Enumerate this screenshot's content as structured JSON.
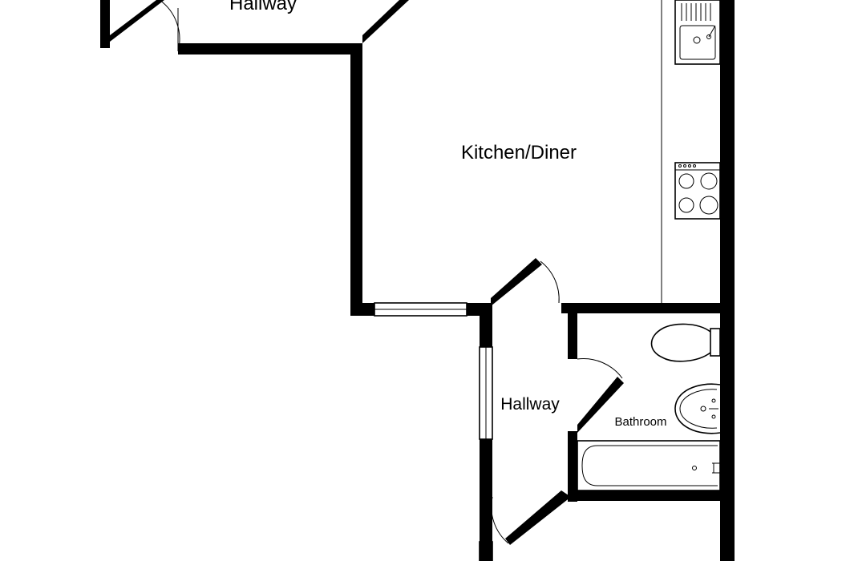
{
  "rooms": {
    "hallway_top": "Hallway",
    "kitchen_diner": "Kitchen/Diner",
    "hallway_lower": "Hallway",
    "bathroom": "Bathroom"
  },
  "fixtures": [
    "sink-icon",
    "hob-icon",
    "toilet-icon",
    "basin-icon",
    "bath-icon"
  ],
  "colors": {
    "wall": "#000000",
    "background": "#ffffff"
  }
}
